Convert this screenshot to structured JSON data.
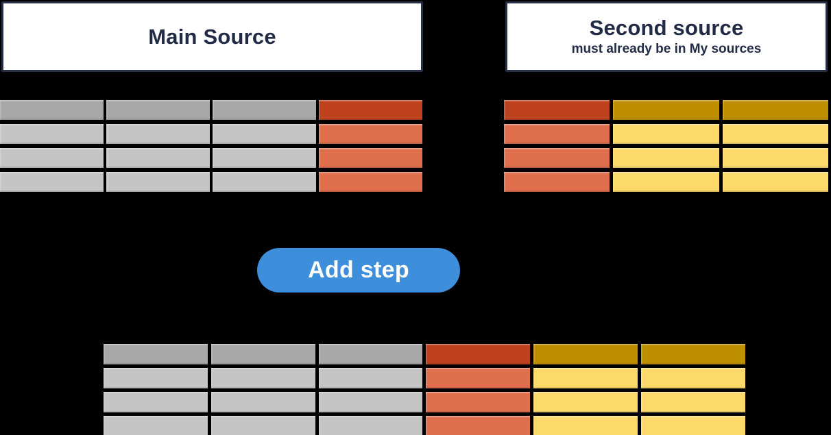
{
  "diagram": {
    "main_source": {
      "title": "Main Source"
    },
    "second_source": {
      "title": "Second source",
      "subtitle": "must already be in My sources"
    },
    "add_step_label": "Add step"
  },
  "colors": {
    "background": "#000000",
    "navy": "#222B45",
    "box_border": "#252F47",
    "box_background": "#FFFFFF",
    "button_blue": "#3D8EDB",
    "button_text": "#FFFFFF",
    "gray_header": "#A8A8A8",
    "gray_row": "#C5C5C6",
    "red_header": "#BF421F",
    "red_row": "#E06F4E",
    "gold_header": "#BE8F00",
    "gold_row": "#FDD96C"
  },
  "tables": {
    "main_source_table": {
      "rows": 4,
      "header_row": true,
      "column_roles": [
        "gray",
        "gray",
        "gray",
        "red"
      ]
    },
    "second_source_table": {
      "rows": 4,
      "header_row": true,
      "column_roles": [
        "red",
        "gold",
        "gold"
      ]
    },
    "result_table": {
      "rows": 4,
      "header_row": true,
      "column_roles": [
        "gray",
        "gray",
        "gray",
        "red",
        "gold",
        "gold"
      ]
    }
  }
}
